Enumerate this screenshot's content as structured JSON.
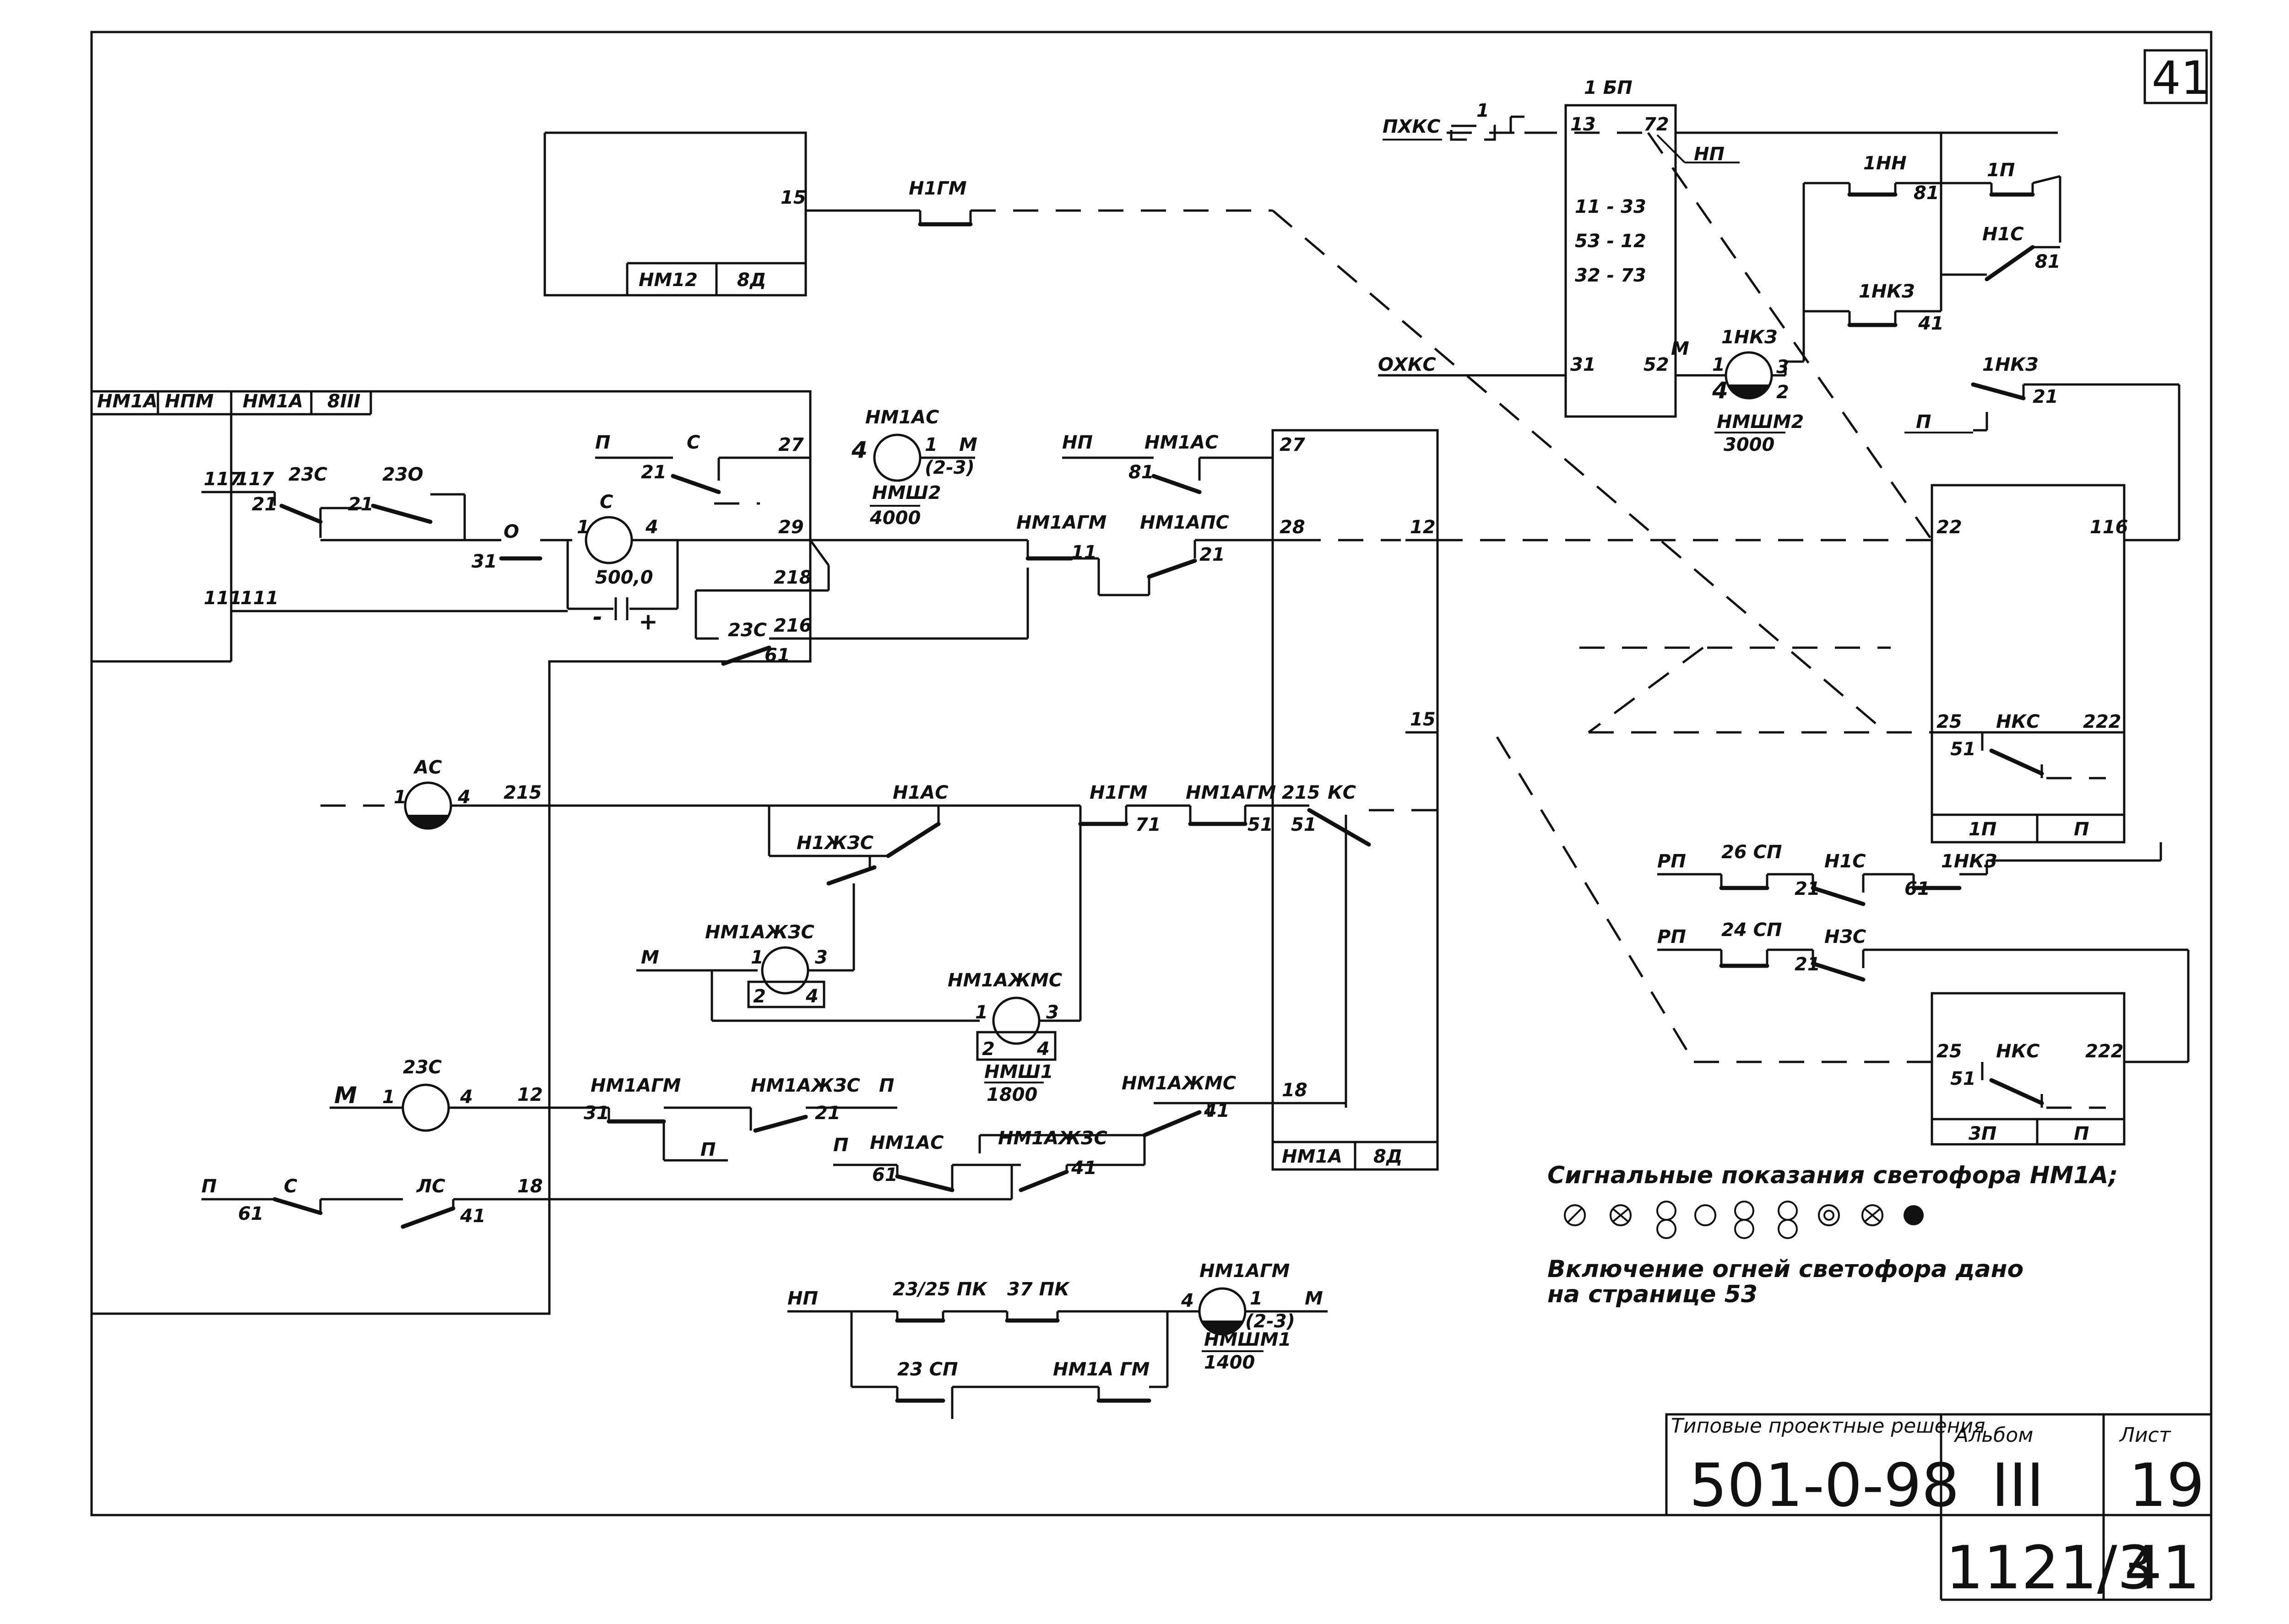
{
  "sheet_corner_number": "41",
  "title_block": {
    "caption": "Типовые проектные решения",
    "series": "501-0-98",
    "album_label": "Альбом",
    "album": "III",
    "sheet_label": "Лист",
    "sheet": "19",
    "doc_code": "1121/3",
    "page": "41"
  },
  "signal_note": {
    "line1": "Сигнальные показания светофора НМ1А;",
    "line2": "Включение огней светофора дано",
    "line3": "на странице 53"
  },
  "relays": {
    "s": {
      "name": "С",
      "value": "500,0",
      "pin_l": "1",
      "pin_r": "4"
    },
    "nm1as": {
      "name": "НМ1АС",
      "type": "НМШ2",
      "res": "4000",
      "p_l": "4",
      "p_r": "1",
      "p_r2": "(2-3)",
      "supply": "М"
    },
    "as": {
      "name": "АС",
      "p_l": "1",
      "p_r": "4"
    },
    "zs23": {
      "name": "23С",
      "label_m": "М",
      "p_l": "1",
      "p_r": "4"
    },
    "zhzs": {
      "name": "НМ1АЖЗС",
      "p1": "1",
      "p3": "3",
      "p2": "2",
      "p4": "4"
    },
    "zhms": {
      "name": "НМ1АЖМС",
      "p1": "1",
      "p3": "3",
      "p2": "2",
      "p4": "4",
      "type": "НМШ1",
      "res": "1800"
    },
    "nm1agm": {
      "name": "НМ1АГМ",
      "p_l": "4",
      "p_r": "1",
      "p_r2": "(2-3)",
      "supply": "М",
      "type": "НМШМ1",
      "res": "1400"
    },
    "nkz1": {
      "name": "1НКЗ",
      "p1": "1",
      "p3": "3",
      "p4": "4",
      "p2": "2",
      "supply": "М",
      "type": "НМШМ2",
      "res": "3000"
    }
  },
  "labels": {
    "box_top": {
      "terminal": "15",
      "c1": "НМ12",
      "c2": "8Д",
      "contact": "Н1ГМ"
    },
    "box_left": {
      "h1": "НМ1А",
      "h2": "НПМ",
      "h3": "НМ1А",
      "h4": "8III",
      "t117": "117",
      "t111": "111"
    },
    "left_circuit": {
      "p": "П",
      "c": "С",
      "n21a": "21",
      "n27": "27",
      "n117": "117",
      "n21b": "21",
      "zs23": "23С",
      "z230": "23О",
      "n21c": "21",
      "o": "О",
      "n31": "31",
      "n29": "29",
      "n111": "111",
      "n218": "218",
      "n216": "216",
      "zs23b": "23С",
      "n61": "61",
      "minus": "-",
      "plus": "+"
    },
    "mid_circuit": {
      "np1": "НП",
      "nm1as": "НМ1АС",
      "n81": "81",
      "n27": "27",
      "nm1agm": "НМ1АГМ",
      "n11": "11",
      "nm1aps": "НМ1АПС",
      "n21": "21",
      "n28": "28",
      "n12": "12",
      "n15": "15"
    },
    "as_circuit": {
      "n215": "215",
      "n1as": "Н1АС",
      "n1zhzs": "Н1ЖЗС",
      "n1gm": "Н1ГМ",
      "n71": "71",
      "nm1agm": "НМ1АГМ",
      "n51": "51",
      "n215b": "215",
      "n51b": "51",
      "ks": "КС",
      "m": "М"
    },
    "bottom_circuit": {
      "n12": "12",
      "nm1agm": "НМ1АГМ",
      "n31": "31",
      "p1": "П",
      "nm1azhzs": "НМ1АЖЗС",
      "n21": "21",
      "p2": "П",
      "nm1azhms": "НМ1АЖМС",
      "n41": "41",
      "n18": "18",
      "p3": "П",
      "nm1as": "НМ1АС",
      "n61": "61",
      "nm1azhzs2": "НМ1АЖЗС",
      "n41b": "41",
      "p4": "П",
      "c": "С",
      "n61b": "61",
      "ls": "ЛС",
      "n41c": "41",
      "n18b": "18"
    },
    "box_mid_bottom": {
      "c1": "НМ1А",
      "c2": "8Д"
    },
    "np_circuit": {
      "np": "НП",
      "pk2325": "23/25 ПК",
      "pk37": "37 ПК",
      "sp23": "23 СП",
      "nm1agm": "НМ1А ГМ"
    },
    "box_1bp": {
      "title": "1 БП",
      "t13": "13",
      "t72": "72",
      "r1": "11 - 33",
      "r2": "53 - 12",
      "r3": "32 - 73",
      "t31": "31",
      "t52": "52",
      "pkhks": "ПХКС",
      "n1": "1",
      "okhks": "ОХКС",
      "np": "НП"
    },
    "right_top": {
      "nn1": "1НН",
      "n81": "81",
      "p1": "1П",
      "n1s": "Н1С",
      "n81b": "81",
      "nkz1": "1НКЗ",
      "n41": "41",
      "nkz1b": "1НКЗ",
      "n21": "21",
      "p": "П"
    },
    "box_1p": {
      "t22": "22",
      "t116": "116",
      "t25": "25",
      "nks": "НКС",
      "t222": "222",
      "n51": "51",
      "c1": "1П",
      "c2": "П"
    },
    "right_mid": {
      "rp1": "РП",
      "sp26": "26 СП",
      "n1s": "Н1С",
      "nkz1": "1НКЗ",
      "n21": "21",
      "n61": "61",
      "rp2": "РП",
      "sp24": "24 СП",
      "nzs": "НЗС",
      "n21b": "21"
    },
    "box_3p": {
      "t25": "25",
      "nks": "НКС",
      "t222": "222",
      "n51": "51",
      "c1": "3П",
      "c2": "П"
    }
  }
}
